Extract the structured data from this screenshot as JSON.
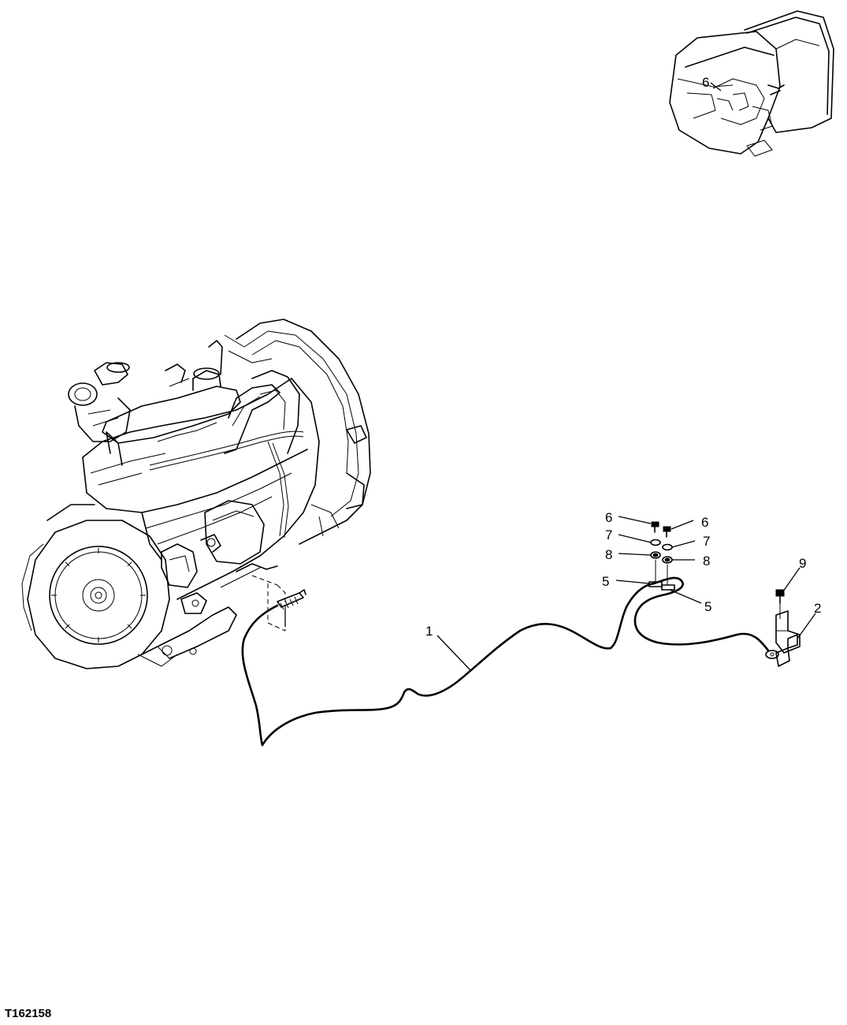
{
  "figure": {
    "id": "T162158"
  },
  "callouts": [
    {
      "label": "1"
    },
    {
      "label": "2"
    },
    {
      "label": "5"
    },
    {
      "label": "5"
    },
    {
      "label": "6"
    },
    {
      "label": "6"
    },
    {
      "label": "7"
    },
    {
      "label": "7"
    },
    {
      "label": "8"
    },
    {
      "label": "8"
    },
    {
      "label": "9"
    }
  ],
  "inset": {
    "callout": "6"
  }
}
